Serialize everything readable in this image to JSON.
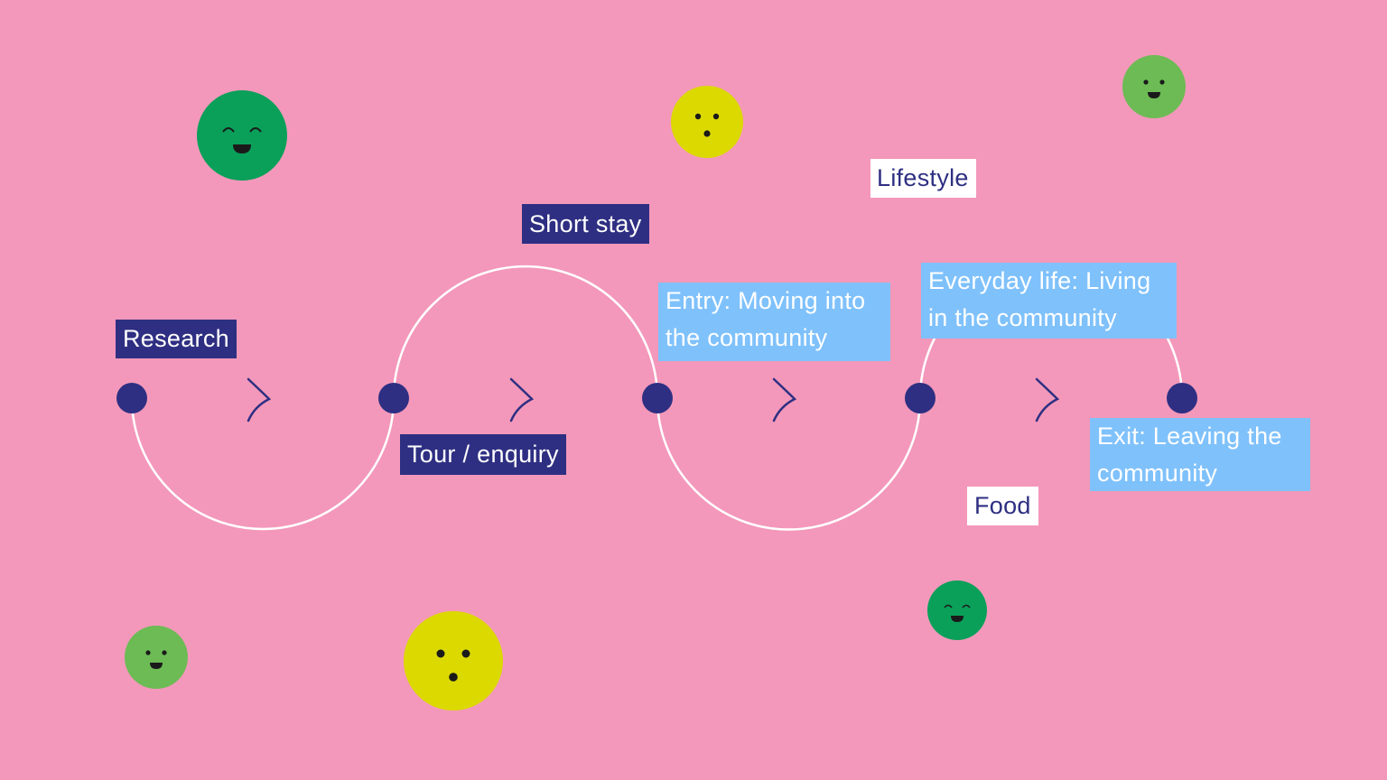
{
  "colors": {
    "background": "#f398ba",
    "node": "#2e2f82",
    "path": "#ffffff",
    "dark_label": "#2e2f82",
    "light_label": "#7fc1fb",
    "happy_face": "#0aa05a",
    "content_face": "#6cbb55",
    "neutral_face": "#dcd900"
  },
  "stages": {
    "research": "Research",
    "tour": "Tour / enquiry",
    "short_stay": "Short stay",
    "entry_1": "Entry: Moving into",
    "entry_2": "the community",
    "everyday_1": "Everyday life: Living",
    "everyday_2": "in the community",
    "exit_1": "Exit: Leaving the",
    "exit_2": "community"
  },
  "tags": {
    "lifestyle": "Lifestyle",
    "food": "Food"
  },
  "faces": [
    "happy",
    "neutral",
    "content",
    "content",
    "neutral",
    "happy"
  ]
}
